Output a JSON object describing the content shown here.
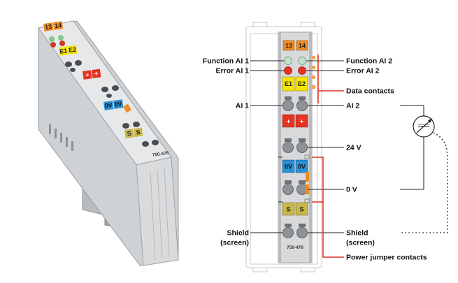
{
  "photo": {
    "top_badges": [
      "13",
      "14"
    ],
    "error_badges": [
      "E1",
      "E2"
    ],
    "plus_badges": [
      "+",
      "+"
    ],
    "zero_badges": [
      "0V",
      "0V"
    ],
    "shield_badges": [
      "S",
      "S"
    ],
    "part_number": "750-476"
  },
  "module": {
    "top_badges": [
      "13",
      "14"
    ],
    "error_badges": [
      "E1",
      "E2"
    ],
    "plus_badges": [
      "+",
      "+"
    ],
    "zero_badges": [
      "0V",
      "0V"
    ],
    "shield_badges": [
      "S",
      "S"
    ],
    "part_number": "750-476"
  },
  "labels_left": {
    "function_ai1": "Function AI 1",
    "error_ai1": "Error AI 1",
    "ai1": "AI 1",
    "shield_line1": "Shield",
    "shield_line2": "(screen)"
  },
  "labels_right": {
    "function_ai2": "Function AI 2",
    "error_ai2": "Error AI 2",
    "data_contacts": "Data contacts",
    "ai2": "AI 2",
    "v24": "24 V",
    "v0": "0 V",
    "shield_line1": "Shield",
    "shield_line2": "(screen)",
    "power_jumper": "Power jumper contacts"
  },
  "colors": {
    "orange": "#f08a24",
    "yellow": "#f7e400",
    "red": "#e53423",
    "blue": "#2a8fd6",
    "olive": "#c8b84a",
    "led_green": "#bfe3c6",
    "led_red": "#e8321f",
    "callout_red": "#e0301e"
  },
  "icons": {
    "sensor": "transducer-symbol-icon"
  }
}
